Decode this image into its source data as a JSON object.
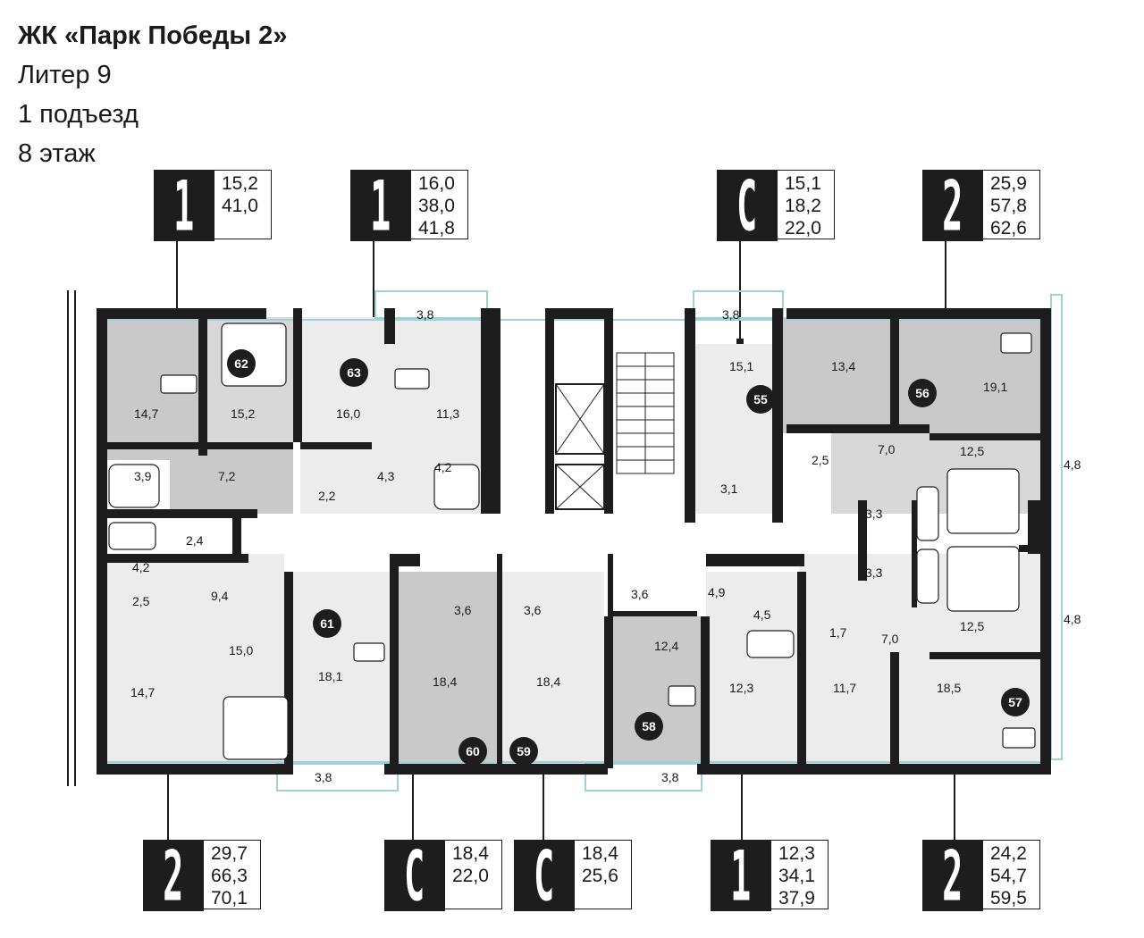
{
  "header": {
    "complex": "ЖК «Парк Победы 2»",
    "liter": "Литер 9",
    "entrance": "1 подъезд",
    "floor": "8 этаж"
  },
  "colors": {
    "wall": "#1d1d1d",
    "shade_dark": "#c9c9c9",
    "shade_light": "#e6e6e6",
    "window": "#9fd1d8"
  },
  "top_tags": [
    {
      "type": "1",
      "areas": [
        "15,2",
        "41,0"
      ]
    },
    {
      "type": "1",
      "areas": [
        "16,0",
        "38,0",
        "41,8"
      ]
    },
    {
      "type": "С",
      "areas": [
        "15,1",
        "18,2",
        "22,0"
      ]
    },
    {
      "type": "2",
      "areas": [
        "25,9",
        "57,8",
        "62,6"
      ]
    }
  ],
  "bottom_tags": [
    {
      "type": "2",
      "areas": [
        "29,7",
        "66,3",
        "70,1"
      ]
    },
    {
      "type": "С",
      "areas": [
        "18,4",
        "22,0"
      ]
    },
    {
      "type": "С",
      "areas": [
        "18,4",
        "25,6"
      ]
    },
    {
      "type": "1",
      "areas": [
        "12,3",
        "34,1",
        "37,9"
      ]
    },
    {
      "type": "2",
      "areas": [
        "24,2",
        "54,7",
        "59,5"
      ]
    }
  ],
  "apartments": [
    "62",
    "63",
    "55",
    "56",
    "61",
    "60",
    "59",
    "58",
    "57"
  ],
  "rooms": {
    "r14_7a": "14,7",
    "r15_2": "15,2",
    "r16_0": "16,0",
    "r11_3": "11,3",
    "r3_8a": "3,8",
    "r3_9": "3,9",
    "r7_2": "7,2",
    "r2_2": "2,2",
    "r4_3": "4,3",
    "r4_2a": "4,2",
    "r3_8b": "3,8",
    "r15_1": "15,1",
    "r3_1": "3,1",
    "r13_4": "13,4",
    "r19_1": "19,1",
    "r2_5a": "2,5",
    "r7_0a": "7,0",
    "r12_5a": "12,5",
    "r4_8a": "4,8",
    "r3_3a": "3,3",
    "r2_4": "2,4",
    "r4_2b": "4,2",
    "r2_5b": "2,5",
    "r9_4": "9,4",
    "r15_0": "15,0",
    "r18_1": "18,1",
    "r14_7b": "14,7",
    "r3_8c": "3,8",
    "r3_6a": "3,6",
    "r3_6b": "3,6",
    "r18_4a": "18,4",
    "r18_4b": "18,4",
    "r3_6c": "3,6",
    "r12_4": "12,4",
    "r3_8d": "3,8",
    "r4_9": "4,9",
    "r4_5": "4,5",
    "r12_3": "12,3",
    "r1_7": "1,7",
    "r11_7": "11,7",
    "r3_3b": "3,3",
    "r7_0b": "7,0",
    "r12_5b": "12,5",
    "r4_8b": "4,8",
    "r18_5": "18,5"
  }
}
